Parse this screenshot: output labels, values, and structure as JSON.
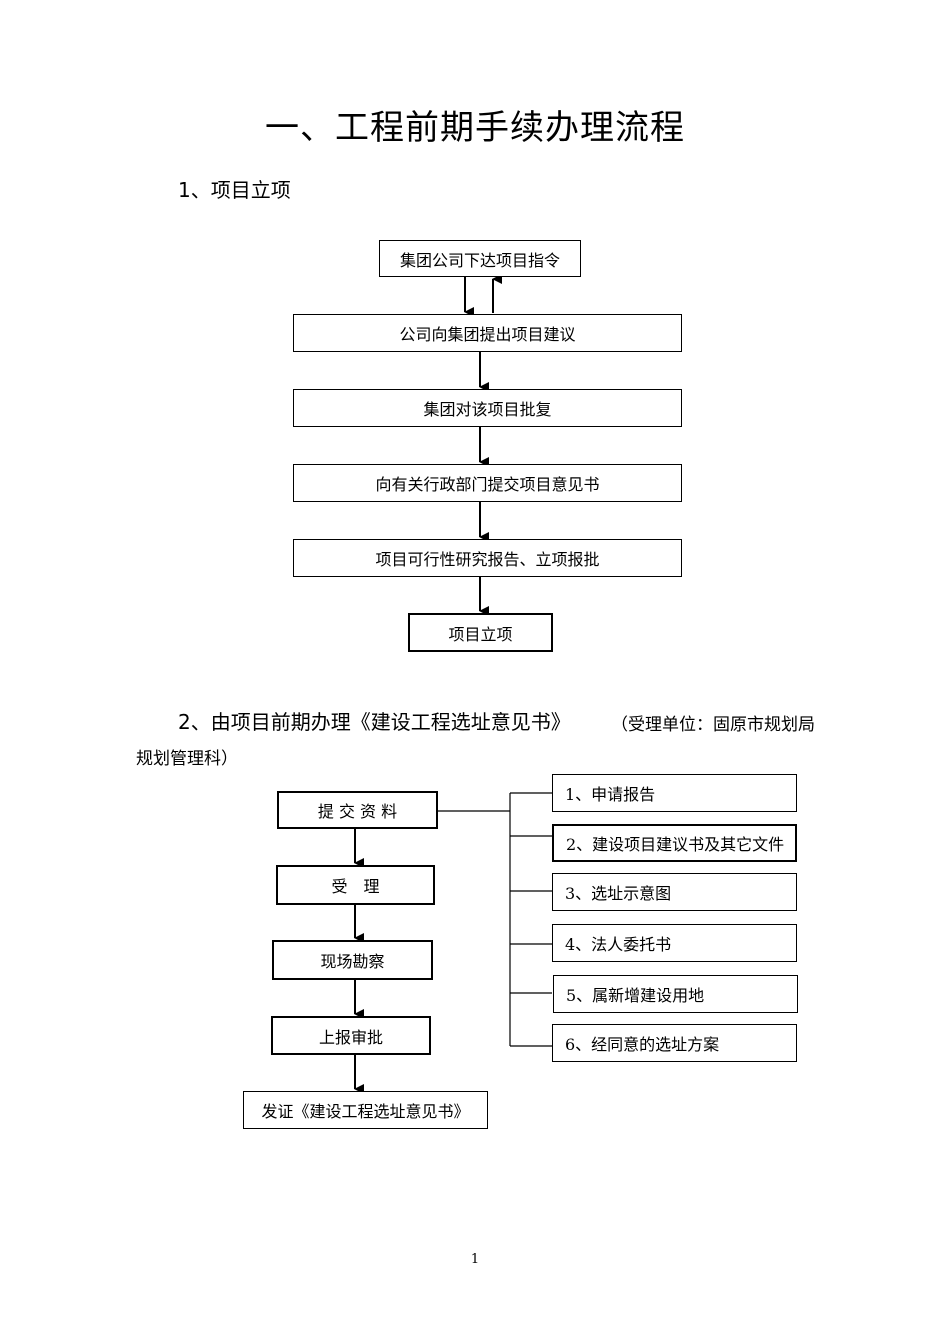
{
  "document": {
    "title": "一、工程前期手续办理流程",
    "page_number": "1"
  },
  "section1": {
    "heading": "1、项目立项",
    "steps": [
      "集团公司下达项目指令",
      "公司向集团提出项目建议",
      "集团对该项目批复",
      "向有关行政部门提交项目意见书",
      "项目可行性研究报告、立项报批",
      "项目立项"
    ]
  },
  "section2": {
    "heading": "2、由项目前期办理《建设工程选址意见书》",
    "note_line1": "（受理单位：固原市规划局",
    "note_line2": "规划管理科）",
    "steps": [
      "提 交 资 料",
      "受　理",
      "现场勘察",
      "上报审批",
      "发证《建设工程选址意见书》"
    ],
    "materials": [
      "1、申请报告",
      "2、建设项目建议书及其它文件",
      "3、选址示意图",
      "4、法人委托书",
      "5、属新增建设用地",
      "6、经同意的选址方案"
    ]
  }
}
